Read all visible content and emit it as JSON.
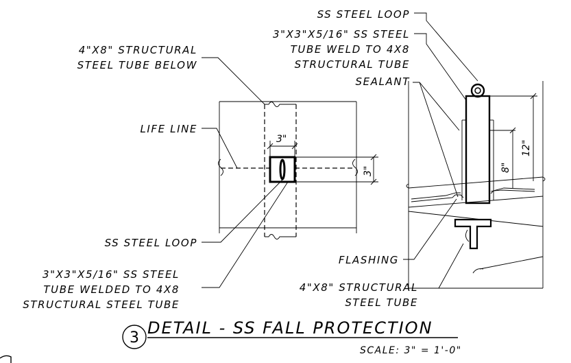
{
  "plan_labels": {
    "tube_below": [
      "4\"X8\" STRUCTURAL",
      "STEEL TUBE BELOW"
    ],
    "life_line": "LIFE LINE",
    "loop": "SS STEEL LOOP",
    "tube_welded": [
      "3\"X3\"X5/16\" SS STEEL",
      "TUBE WELDED TO 4X8",
      "STRUCTURAL STEEL TUBE"
    ]
  },
  "section_labels": {
    "loop": "SS STEEL LOOP",
    "tube_weld": [
      "3\"X3\"X5/16\" SS STEEL",
      "TUBE WELD TO 4X8",
      "STRUCTURAL TUBE"
    ],
    "sealant": "SEALANT",
    "flashing": "FLASHING",
    "structural_tube": [
      "4\"X8\" STRUCTURAL",
      "STEEL TUBE"
    ]
  },
  "dimensions": {
    "plan_width": "3\"",
    "plan_height": "3\"",
    "section_short": "8\"",
    "section_tall": "12\""
  },
  "title_block": {
    "detail_number": "3",
    "title": "DETAIL - SS FALL PROTECTION",
    "scale": "SCALE: 3\" = 1'-0\""
  }
}
